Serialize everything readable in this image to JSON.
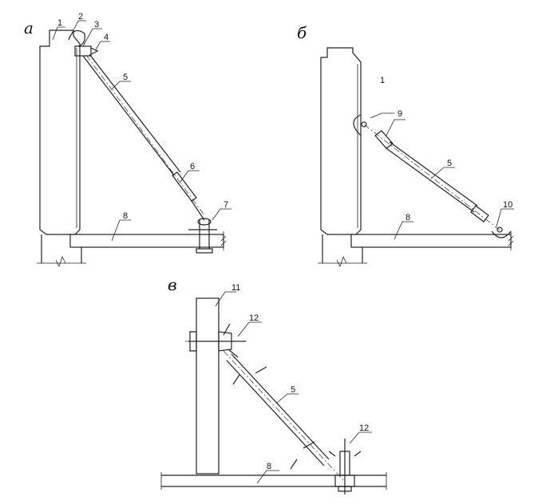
{
  "panels": {
    "a": {
      "letter": "а"
    },
    "b": {
      "letter": "б"
    },
    "c": {
      "letter": "в"
    }
  },
  "callouts": {
    "n1": "1",
    "n2": "2",
    "n3": "3",
    "n4": "4",
    "n5": "5",
    "n6": "6",
    "n7": "7",
    "n8": "8",
    "n9": "9",
    "n10": "10",
    "n11": "11",
    "n12": "12"
  }
}
